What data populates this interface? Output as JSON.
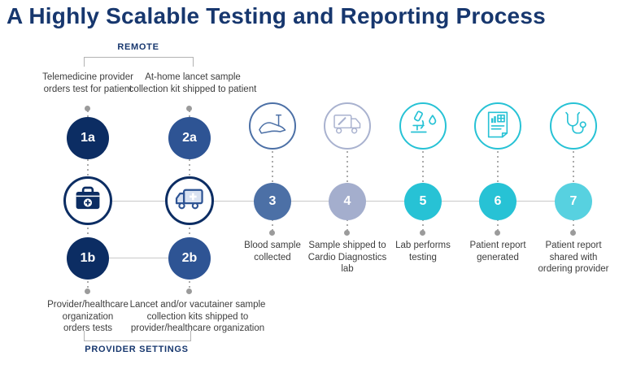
{
  "title": "A Highly Scalable Testing and Reporting Process",
  "remote_group": {
    "label": "REMOTE"
  },
  "provider_group": {
    "label": "PROVIDER SETTINGS"
  },
  "branches": [
    {
      "badge_top": "1a",
      "badge_bottom": "1b",
      "label_top": "Telemedicine provider\norders test for patient",
      "label_bottom": "Provider/healthcare\norganization\norders tests",
      "icon": "medical-kit-icon",
      "color": "#0c2d63"
    },
    {
      "badge_top": "2a",
      "badge_bottom": "2b",
      "label_top": "At-home lancet sample\ncollection kit shipped to patient",
      "label_bottom": "Lancet and/or vacutainer sample\ncollection kits shipped to\nprovider/healthcare organization",
      "icon": "ambulance-icon",
      "color": "#2e5494"
    }
  ],
  "steps": [
    {
      "number": "3",
      "label": "Blood sample\ncollected",
      "icon": "blood-draw-icon",
      "color": "#4c70a6",
      "ring": "#4c70a6"
    },
    {
      "number": "4",
      "label": "Sample shipped to\nCardio Diagnostics\nlab",
      "icon": "delivery-truck-icon",
      "color": "#a4aecd",
      "ring": "#a9b2cf"
    },
    {
      "number": "5",
      "label": "Lab performs\ntesting",
      "icon": "microscope-icon",
      "color": "#27c2d5",
      "ring": "#27c2d5"
    },
    {
      "number": "6",
      "label": "Patient report\ngenerated",
      "icon": "patient-report-icon",
      "color": "#27c2d5",
      "ring": "#27c2d5"
    },
    {
      "number": "7",
      "label": "Patient report\nshared with\nordering provider",
      "icon": "stethoscope-icon",
      "color": "#57d1e0",
      "ring": "#27c2d5"
    }
  ],
  "colors": {
    "title": "#17376e",
    "badge_dark": "#0c2d63",
    "badge_medium": "#2e5494",
    "connector": "#c9c9c9",
    "dotted_line": "#ababab",
    "dot": "#9b9b9b",
    "body_text": "#3d3d3d",
    "teal": "#27c2d5"
  }
}
